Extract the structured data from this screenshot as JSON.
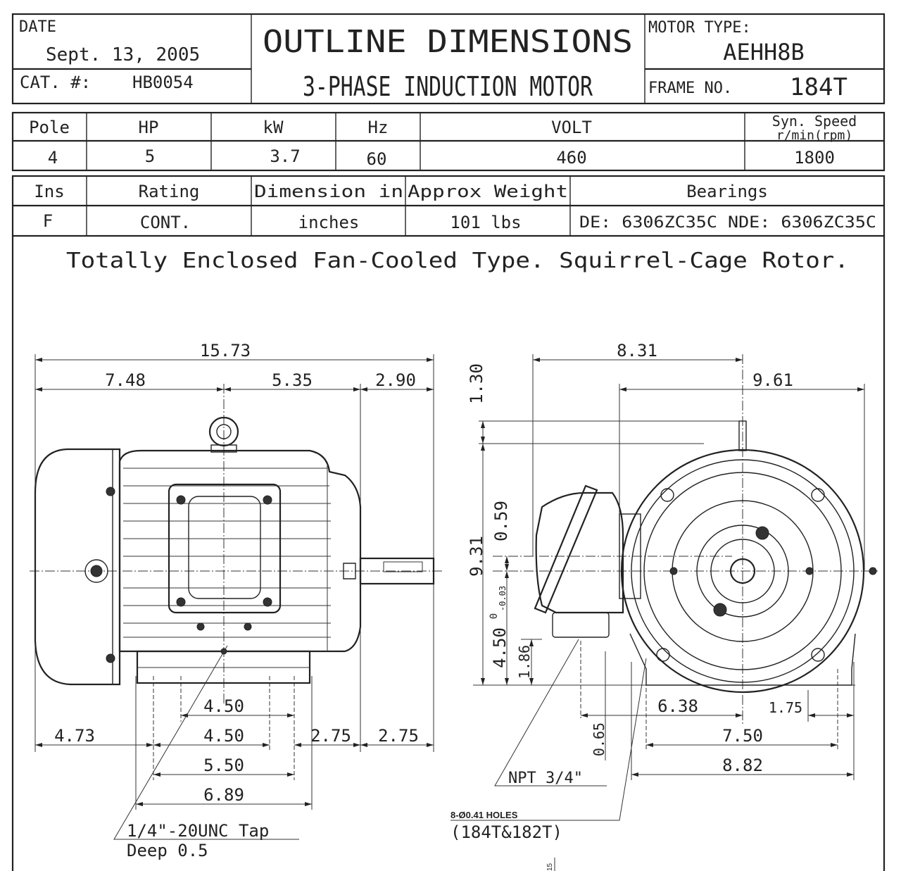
{
  "title_block": {
    "date_label": "DATE",
    "date_value": "Sept. 13, 2005",
    "cat_label": "CAT. #:",
    "cat_value": "HB0054",
    "title": "OUTLINE DIMENSIONS",
    "subtitle": "3-PHASE INDUCTION MOTOR",
    "motor_type_label": "MOTOR TYPE:",
    "motor_type_value": "AEHH8B",
    "frame_label": "FRAME NO.",
    "frame_value": "184T"
  },
  "ratings": {
    "headers": [
      "Pole",
      "HP",
      "kW",
      "Hz",
      "VOLT",
      "Syn. Speed",
      "r/min(rpm)"
    ],
    "values": [
      "4",
      "5",
      "3.7",
      "60",
      "460",
      "1800"
    ]
  },
  "specs": {
    "headers": [
      "Ins",
      "Rating",
      "Dimension in",
      "Approx Weight",
      "Bearings"
    ],
    "values": [
      "F",
      "CONT.",
      "inches",
      "101 lbs",
      "DE: 6306ZC35C NDE: 6306ZC35C"
    ]
  },
  "description": "Totally Enclosed Fan-Cooled Type. Squirrel-Cage Rotor.",
  "side_view": {
    "dims": {
      "overall": "15.73",
      "d748": "7.48",
      "d535": "5.35",
      "d290": "2.90",
      "d450a": "4.50",
      "d473": "4.73",
      "d450b": "4.50",
      "d275a": "2.75",
      "d275b": "2.75",
      "d550": "5.50",
      "d689": "6.89"
    },
    "note_tap": "1/4\"-20UNC Tap",
    "note_deep": "Deep 0.5"
  },
  "end_view": {
    "dims": {
      "d831": "8.31",
      "d961": "9.61",
      "d130": "1.30",
      "d931": "9.31",
      "d059": "0.59",
      "d450": "4.50",
      "d450_tol_upper": "0",
      "d450_tol_lower": "-0.03",
      "d186": "1.86",
      "d065": "0.65",
      "d638": "6.38",
      "d175": "1.75",
      "d750": "7.50",
      "d882": "8.82"
    },
    "note_npt": "NPT 3/4\"",
    "note_holes": "8-Ø0.41 HOLES",
    "note_frames": "(184T&182T)",
    "note_small": "15"
  }
}
